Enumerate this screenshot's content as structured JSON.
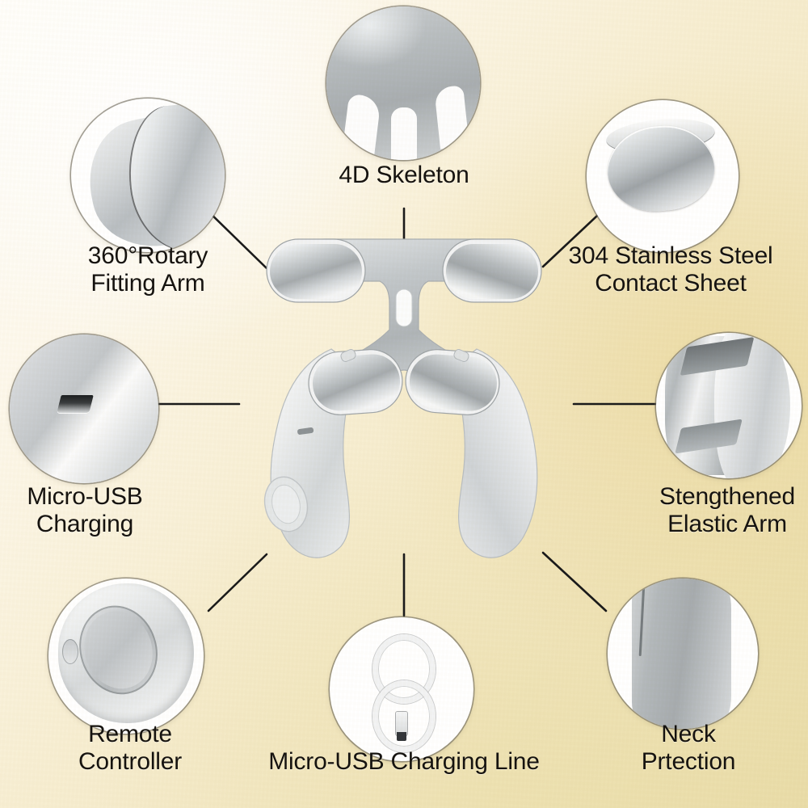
{
  "page": {
    "title": "Neck Massager Product Feature Infographic",
    "background_colors": [
      "#fffef9",
      "#f7eed2",
      "#e9dca8"
    ],
    "text_color": "#16130f",
    "bubble_border_color": "#6e695c",
    "connector_color": "#1a1a1a",
    "product_colors": {
      "body_light": "#eceeef",
      "body_grey": "#b8bdc0",
      "chrome": "#c9cdd0"
    }
  },
  "product": {
    "name": "neck-massager",
    "parts": {
      "top_bar": "T-shaped upper cross bar",
      "stem_slot": "central vertical slot",
      "contact_pads": 4,
      "arms": 2
    }
  },
  "features": [
    {
      "id": "rotary-fitting-arm",
      "label": "360°Rotary\nFitting Arm",
      "icon": "rotary-arm-icon",
      "position": "top-left"
    },
    {
      "id": "4d-skeleton",
      "label": "4D Skeleton",
      "icon": "skeleton-dome-icon",
      "position": "top-center"
    },
    {
      "id": "stainless-contact-sheet",
      "label": "304 Stainless Steel\nContact Sheet",
      "icon": "stainless-plate-icon",
      "position": "top-right"
    },
    {
      "id": "micro-usb-charging",
      "label": "Micro-USB\nCharging",
      "icon": "micro-usb-port-icon",
      "position": "left-middle"
    },
    {
      "id": "stengthened-elastic-arm",
      "label": "Stengthened\nElastic Arm",
      "icon": "elastic-arm-icon",
      "position": "right-middle"
    },
    {
      "id": "remote-controller",
      "label": "Remote\nController",
      "icon": "remote-controller-icon",
      "position": "bottom-left"
    },
    {
      "id": "neck-protection",
      "label": "Neck\nPrtection",
      "icon": "neck-pad-icon",
      "position": "bottom-right"
    },
    {
      "id": "micro-usb-charging-line",
      "label": "Micro-USB Charging Line",
      "icon": "usb-cable-icon",
      "position": "bottom-center"
    }
  ]
}
